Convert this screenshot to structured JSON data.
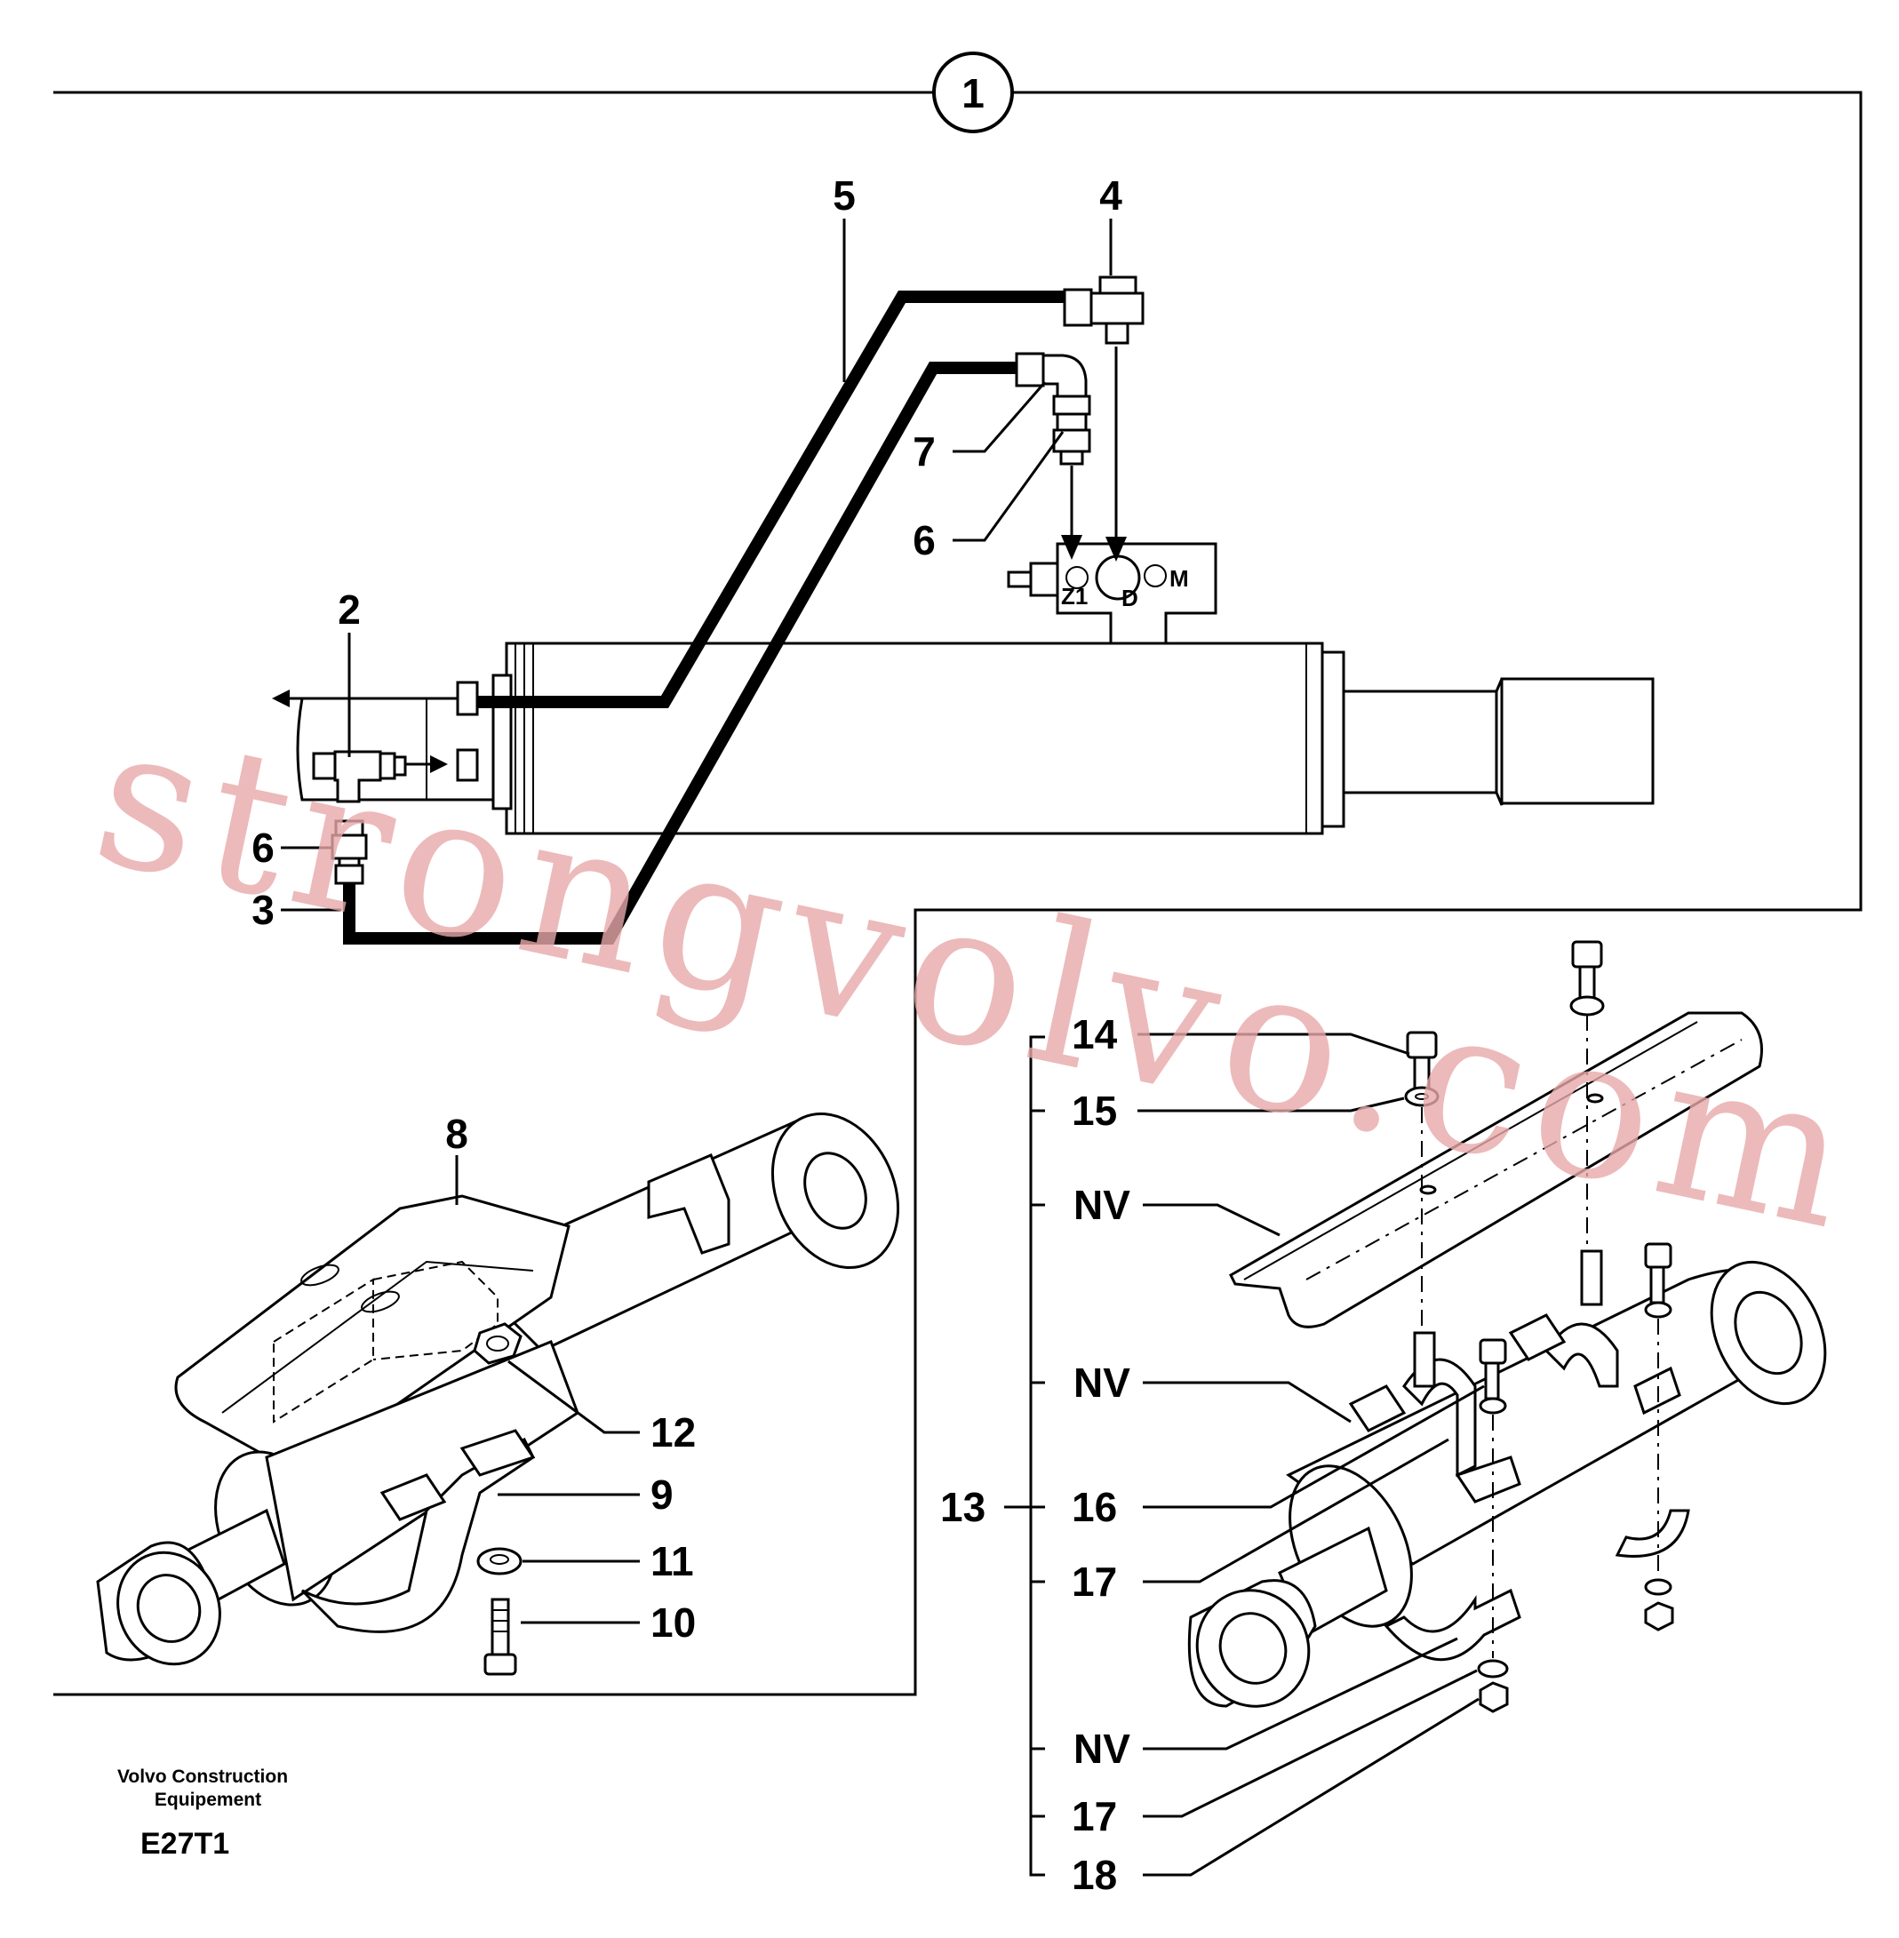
{
  "diagram": {
    "section_marker": "1",
    "labels": {
      "l2": "2",
      "l3": "3",
      "l4": "4",
      "l5": "5",
      "l6a": "6",
      "l6b": "6",
      "l7": "7",
      "l8": "8",
      "l9": "9",
      "l10": "10",
      "l11": "11",
      "l12": "12",
      "l13": "13",
      "l14": "14",
      "l15": "15",
      "l16": "16",
      "l17a": "17",
      "l17b": "17",
      "l18": "18",
      "nv1": "NV",
      "nv2": "NV",
      "nv3": "NV"
    },
    "ports": {
      "z1": "Z1",
      "d": "D",
      "m": "M"
    }
  },
  "footer": {
    "company_line1": "Volvo Construction",
    "company_line2": "Equipement",
    "drawing_code": "E27T1"
  },
  "watermark": "strongvolvo.com"
}
